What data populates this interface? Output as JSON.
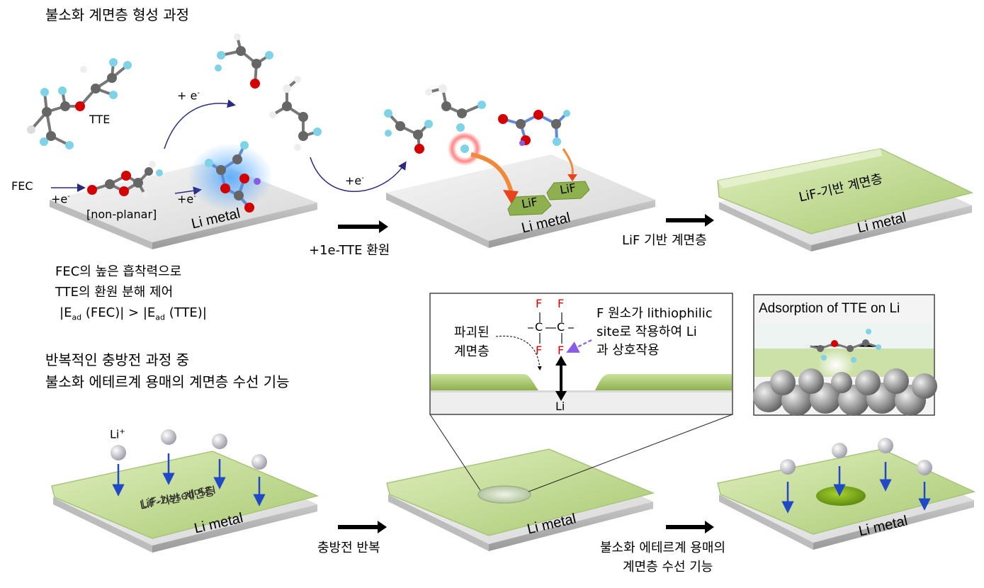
{
  "top": {
    "title": "불소화 계면층 형성 과정",
    "tte": "TTE",
    "fec": "FEC",
    "plus_e_top": "+ e",
    "plus_e_mid": "+e",
    "plus_e_left": "+e",
    "plus_e_right": "+e",
    "nonplanar": "[non-planar]",
    "li_metal_1": "Li metal",
    "li_metal_2": "Li metal",
    "li_metal_3": "Li metal",
    "lif_a": "LiF",
    "lif_b": "LiF",
    "lif_layer": "LiF-기반 계면층",
    "step1": "+1e-TTE 환원",
    "step2": "LiF 기반 계면층",
    "note_l1": "FEC의 높은 흡착력으로",
    "note_l2": "TTE의 환원 분해 제어",
    "note_l3a": "|E",
    "note_l3sub": "ad",
    "note_l3b": " (FEC)| > |E",
    "note_l3sub2": "ad",
    "note_l3c": " (TTE)|"
  },
  "bottom": {
    "title_l1": "반복적인 충방전 과정 중",
    "title_l2": "불소화 에테르계 용매의 계면층 수선 기능",
    "li_plus": "Li",
    "li_plus_sup": "+",
    "layer_text_a": "LiF-기반 계면층",
    "layer_text_b": "LiF-based SEI",
    "li_metal_1": "Li metal",
    "li_metal_2": "Li metal",
    "li_metal_3": "Li metal",
    "step1": "충방전 반복",
    "step2_l1": "불소화 에테르계 용매의",
    "step2_l2": "계면층 수선 기능"
  },
  "inset": {
    "f1": "F",
    "f2": "F",
    "f3": "F",
    "f4": "F",
    "c1": "C",
    "c2": "C",
    "broken_l1": "파괴된",
    "broken_l2": "계면층",
    "note_l1": "F 원소가 lithiophilic",
    "note_l2": "site로 작용하여 Li",
    "note_l3": "과 상호작용",
    "li": "Li"
  },
  "adsorption": {
    "title": "Adsorption of TTE on Li"
  },
  "colors": {
    "green_layer": "#b9d68a",
    "green_dark": "#8fb04e",
    "metal": "#d9d9d9",
    "arrow_blue": "#1f49c7",
    "fluorine_red": "#e00000",
    "oxygen": "#d40000",
    "carbon": "#555555",
    "hydrogen": "#f2f2f2",
    "fluorine_atom": "#7fd3e6"
  }
}
